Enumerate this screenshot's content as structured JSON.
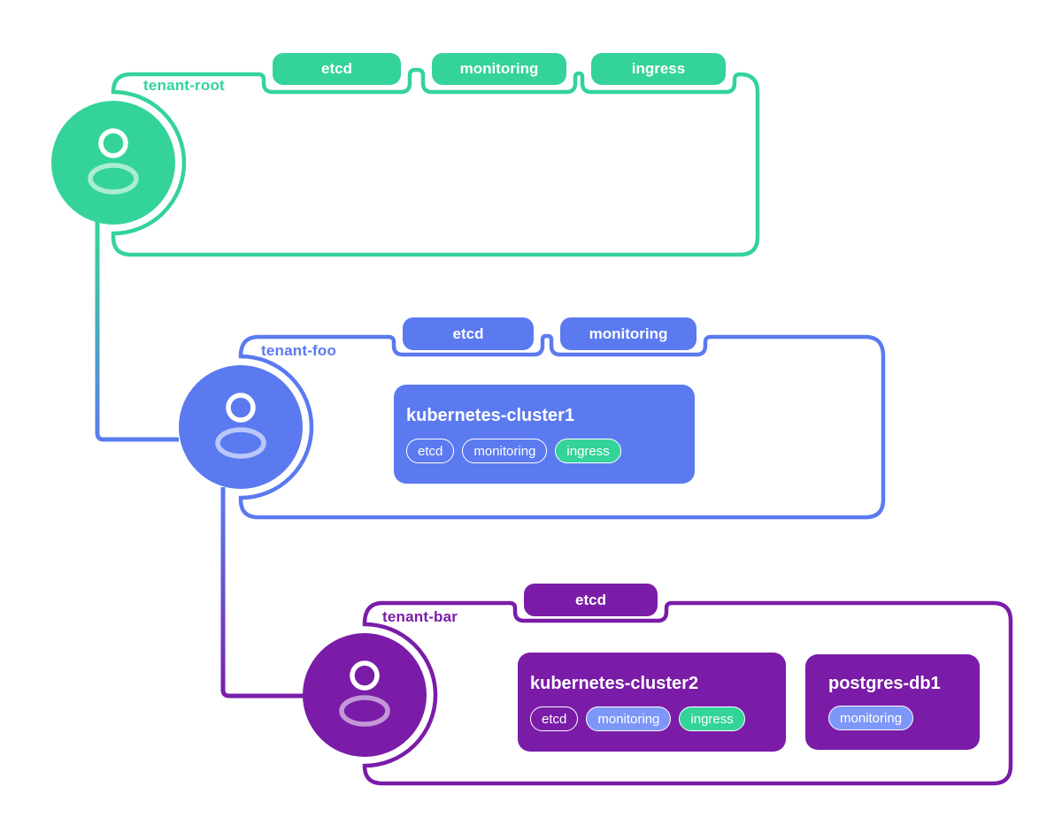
{
  "colors": {
    "green": "#34d399",
    "blue": "#5b7af0",
    "purple": "#7a1ca8",
    "badge_blue": "#7d97f8"
  },
  "tenants": [
    {
      "label": "tenant-root",
      "pills": [
        "etcd",
        "monitoring",
        "ingress"
      ],
      "workloads": []
    },
    {
      "label": "tenant-foo",
      "pills": [
        "etcd",
        "monitoring"
      ],
      "workloads": [
        {
          "title": "kubernetes-cluster1",
          "badges": [
            {
              "label": "etcd",
              "variant": "outline"
            },
            {
              "label": "monitoring",
              "variant": "outline"
            },
            {
              "label": "ingress",
              "variant": "green"
            }
          ]
        }
      ]
    },
    {
      "label": "tenant-bar",
      "pills": [
        "etcd"
      ],
      "workloads": [
        {
          "title": "kubernetes-cluster2",
          "badges": [
            {
              "label": "etcd",
              "variant": "outline"
            },
            {
              "label": "monitoring",
              "variant": "blue"
            },
            {
              "label": "ingress",
              "variant": "green"
            }
          ]
        },
        {
          "title": "postgres-db1",
          "badges": [
            {
              "label": "monitoring",
              "variant": "blue"
            }
          ]
        }
      ]
    }
  ],
  "connectors": [
    {
      "from": "tenant-root",
      "to": "tenant-foo"
    },
    {
      "from": "tenant-foo",
      "to": "tenant-bar"
    }
  ]
}
